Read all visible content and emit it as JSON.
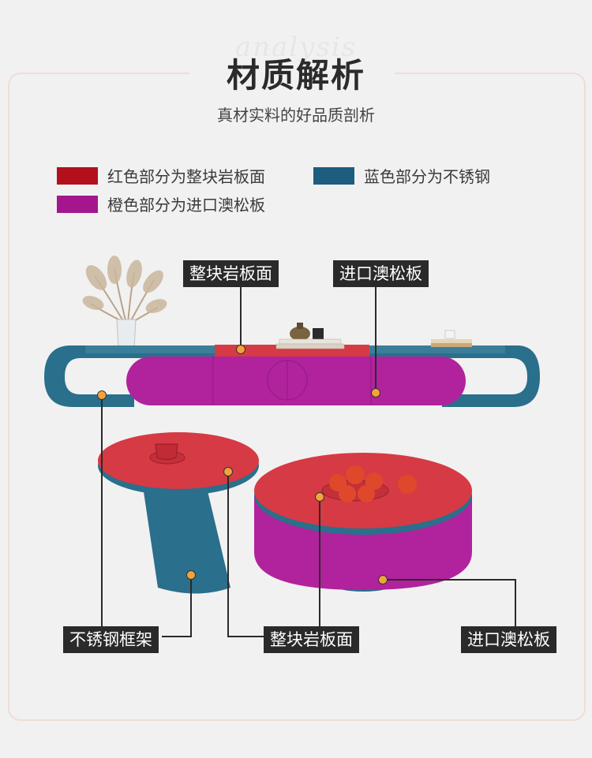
{
  "header": {
    "watermark": "analysis",
    "title": "材质解析",
    "subtitle": "真材实料的好品质剖析"
  },
  "legend": [
    {
      "label": "红色部分为整块岩板面",
      "color": "#b3101c"
    },
    {
      "label": "蓝色部分为不锈钢",
      "color": "#1c5d80"
    },
    {
      "label": "橙色部分为进口澳松板",
      "color": "#a3168d"
    }
  ],
  "callouts": {
    "tv_stone_top": "整块岩板面",
    "tv_board": "进口澳松板",
    "steel_frame": "不锈钢框架",
    "table_stone_top": "整块岩板面",
    "table_board": "进口澳松板"
  },
  "colors": {
    "stone_red": "#d63a44",
    "steel_blue": "#2a6f8c",
    "board_magenta": "#b0239c",
    "callout_dot": "#f2a33a"
  }
}
